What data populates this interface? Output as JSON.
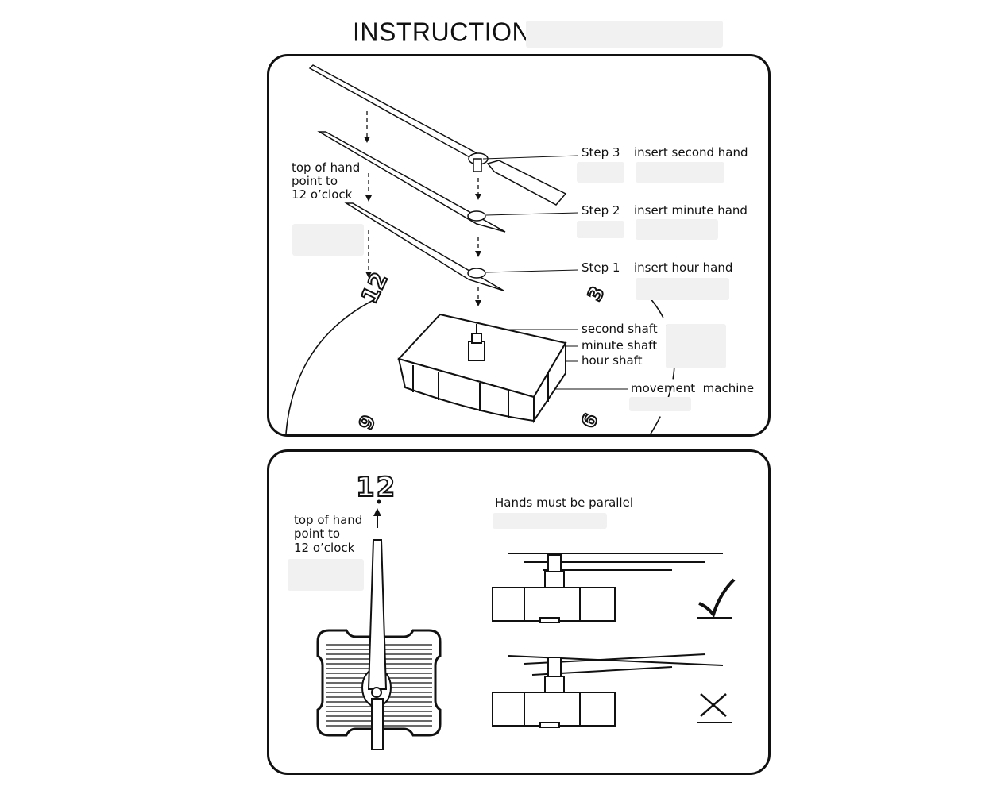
{
  "title": "INSTRUCTION",
  "panel1": {
    "hint": [
      "top of hand",
      "point to",
      "12 o’clock"
    ],
    "steps": [
      {
        "step": "Step 3",
        "action": "insert second hand"
      },
      {
        "step": "Step 2",
        "action": "insert minute hand"
      },
      {
        "step": "Step 1",
        "action": "insert hour hand"
      }
    ],
    "shafts": {
      "second": "second shaft",
      "minute": "minute shaft",
      "hour": "hour shaft",
      "machine": "movement  machine"
    },
    "dial_numbers": {
      "n12": "12",
      "n3": "3",
      "n9": "9",
      "n6": "6"
    }
  },
  "panel2": {
    "number": "12",
    "hint": [
      "top of hand",
      "point to",
      "12 o’clock"
    ],
    "parallel_label": "Hands must be parallel",
    "correct_symbol": "✓",
    "wrong_symbol": "✕"
  }
}
